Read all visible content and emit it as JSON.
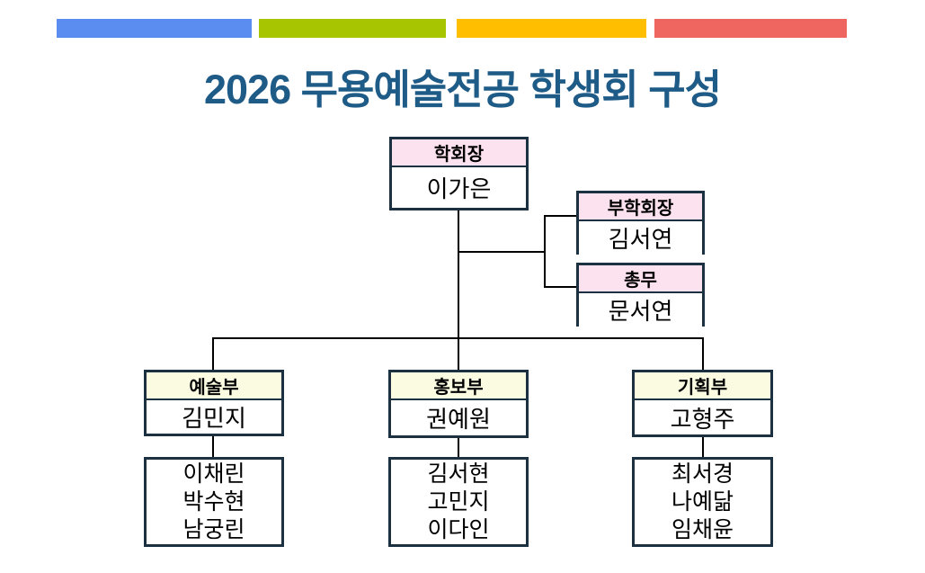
{
  "title": {
    "text": "2026 무용예술전공 학생회 구성",
    "color": "#1F5B87"
  },
  "accent_bars": [
    {
      "name": "blue",
      "color": "#5B8CF0"
    },
    {
      "name": "green",
      "color": "#A7C601"
    },
    {
      "name": "yellow",
      "color": "#FFBF00"
    },
    {
      "name": "red",
      "color": "#EF6660"
    }
  ],
  "org_chart": {
    "box_border_color": "#1B3040",
    "connector_color": "#000000",
    "president": {
      "role": "학회장",
      "name": "이가은",
      "header_color": "#FCE1EE"
    },
    "vice_president": {
      "role": "부학회장",
      "name": "김서연",
      "header_color": "#FCE1EE"
    },
    "treasurer": {
      "role": "총무",
      "name": "문서연",
      "header_color": "#FCE1EE"
    },
    "departments": [
      {
        "role": "예술부",
        "head": "김민지",
        "header_color": "#FBFBE2",
        "members": [
          "이채린",
          "박수현",
          "남궁린"
        ]
      },
      {
        "role": "홍보부",
        "head": "권예원",
        "header_color": "#FBFBE2",
        "members": [
          "김서현",
          "고민지",
          "이다인"
        ]
      },
      {
        "role": "기획부",
        "head": "고형주",
        "header_color": "#FBFBE2",
        "members": [
          "최서경",
          "나예닮",
          "임채윤"
        ]
      }
    ]
  }
}
